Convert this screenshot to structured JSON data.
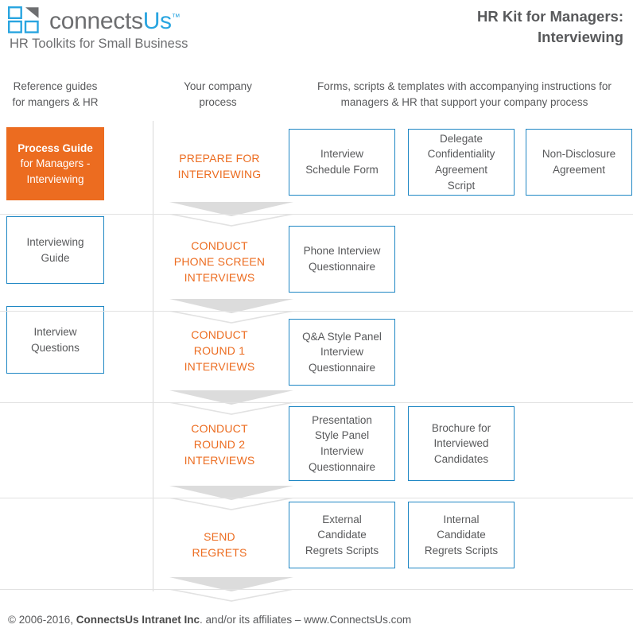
{
  "brand": {
    "wordmark_main": "connects",
    "wordmark_accent": "Us",
    "trademark": "™",
    "tagline": "HR Toolkits for Small Business",
    "logo_icon": "connectsus-squares-logo"
  },
  "header": {
    "kit_title_line1": "HR Kit for Managers:",
    "kit_title_line2": "Interviewing"
  },
  "columns": {
    "reference": "Reference guides\nfor mangers & HR",
    "process": "Your company\nprocess",
    "forms": "Forms, scripts & templates with accompanying instructions for\nmanagers & HR that support your company process"
  },
  "reference_guides": [
    {
      "style": "solid",
      "first_line": "Process Guide",
      "rest": "for Managers -\nInterviewing"
    },
    {
      "style": "outline",
      "first_line": "",
      "rest": "Interviewing\nGuide"
    },
    {
      "style": "outline",
      "first_line": "",
      "rest": "Interview\nQuestions"
    }
  ],
  "steps": [
    {
      "label": "PREPARE FOR\nINTERVIEWING",
      "documents": [
        "Interview\nSchedule Form",
        "Delegate\nConfidentiality\nAgreement\nScript",
        "Non-Disclosure\nAgreement"
      ]
    },
    {
      "label": "CONDUCT\nPHONE SCREEN\nINTERVIEWS",
      "documents": [
        "Phone Interview\nQuestionnaire"
      ]
    },
    {
      "label": "CONDUCT\nROUND 1\nINTERVIEWS",
      "documents": [
        "Q&A Style Panel\nInterview\nQuestionnaire"
      ]
    },
    {
      "label": "CONDUCT\nROUND 2\nINTERVIEWS",
      "documents": [
        "Presentation\nStyle Panel\nInterview\nQuestionnaire",
        "Brochure for\nInterviewed\nCandidates"
      ]
    },
    {
      "label": "SEND\nREGRETS",
      "documents": [
        "External\nCandidate\nRegrets Scripts",
        "Internal\nCandidate\nRegrets Scripts"
      ]
    }
  ],
  "footer": {
    "prefix": "© 2006-2016, ",
    "company": "ConnectsUs Intranet Inc",
    "suffix": ". and/or its affiliates – www.ConnectsUs.com"
  },
  "colors": {
    "accent_orange": "#ec6c20",
    "accent_blue": "#1f87c4",
    "logo_blue": "#29a5e0",
    "text_gray": "#58595b",
    "separator_gray": "#dcdcdc"
  }
}
